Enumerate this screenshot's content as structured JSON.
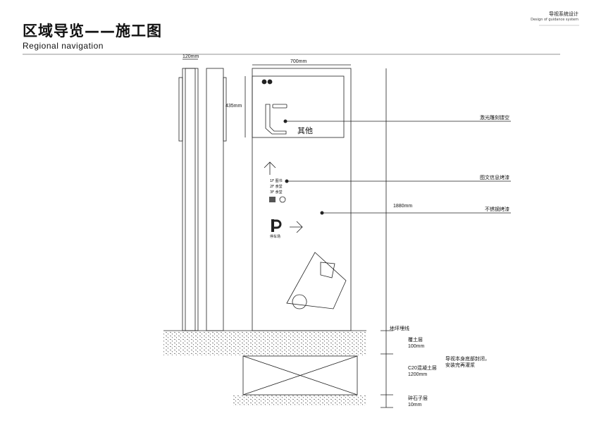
{
  "header": {
    "title": "区域导览——施工图",
    "subtitle": "Regional navigation",
    "brand_cn": "导视系统设计",
    "brand_en": "Design of guidance system"
  },
  "dimensions": {
    "width_side": "120mm",
    "width_front": "700mm",
    "panel_height": "435mm",
    "total_height": "1880mm"
  },
  "sign": {
    "panel_label": "其他",
    "floors": [
      "1F 图书",
      "2F 食堂",
      "3F 食堂"
    ],
    "parking": "停车场"
  },
  "callouts": {
    "laser": "激光雕刻镂空",
    "graphic": "图文信息烤漆",
    "steel": "不锈钢烤漆"
  },
  "foundation": {
    "ground_line": "地坪埋线",
    "layer1": "覆土层",
    "layer1_size": "100mm",
    "layer2": "C20混凝土层",
    "layer2_size": "1200mm",
    "layer3": "碎石子层",
    "layer3_size": "10mm",
    "note1": "导视本身底部封闭，",
    "note2": "安装完再灌浆"
  }
}
